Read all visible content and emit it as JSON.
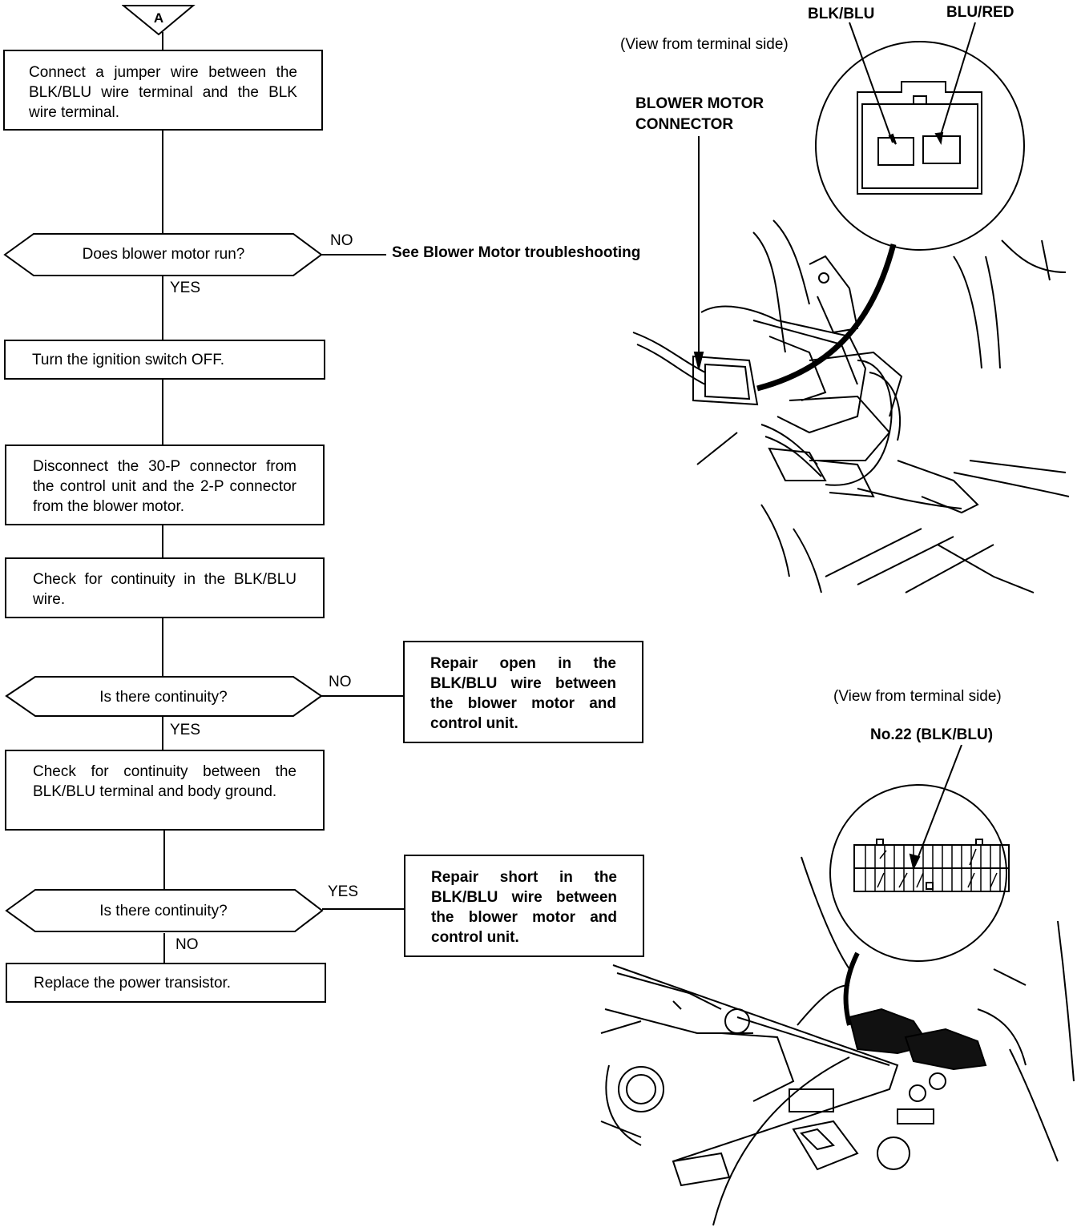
{
  "flow": {
    "start_marker": "A",
    "step_jumper": "Connect a jumper wire between the BLK/BLU wire terminal and the BLK wire terminal.",
    "q_blower_runs": "Does blower motor run?",
    "q1_no": "NO",
    "q1_yes": "YES",
    "see_blower": "See Blower Motor troubleshooting",
    "step_ign_off": "Turn the ignition switch OFF.",
    "step_disconnect": "Disconnect the 30-P connector from the control unit and the 2-P connector from the blower motor.",
    "step_check_cont": "Check for continuity in the BLK/BLU wire.",
    "q_continuity_1": "Is there continuity?",
    "q2_no": "NO",
    "q2_yes": "YES",
    "repair_open": "Repair open in the BLK/BLU wire between the blower motor and control unit.",
    "step_check_ground": "Check for continuity between the BLK/BLU terminal and body ground.",
    "q_continuity_2": "Is there continuity?",
    "q3_yes": "YES",
    "q3_no": "NO",
    "repair_short": "Repair short in the BLK/BLU wire between the blower motor and control unit.",
    "step_replace": "Replace the power transistor."
  },
  "illustration_top": {
    "wire_label_1": "BLK/BLU",
    "wire_label_2": "BLU/RED",
    "view_note": "(View from terminal side)",
    "connector_label_line1": "BLOWER MOTOR",
    "connector_label_line2": "CONNECTOR"
  },
  "illustration_bottom": {
    "view_note": "(View from terminal side)",
    "terminal_label": "No.22 (BLK/BLU)"
  }
}
